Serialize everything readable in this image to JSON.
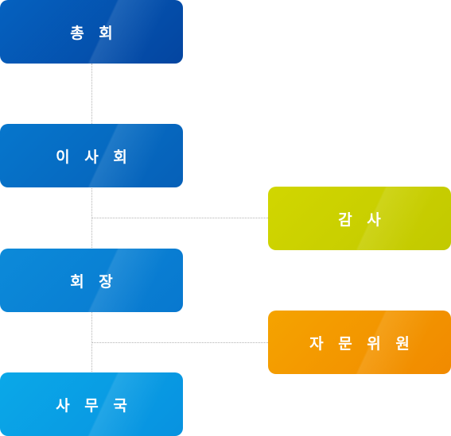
{
  "org_chart": {
    "general_assembly": {
      "label": "총 회",
      "color_start": "#0561bf",
      "color_end": "#0445a0"
    },
    "board": {
      "label": "이 사 회",
      "color_start": "#0676cc",
      "color_end": "#0660b8"
    },
    "president": {
      "label": "회 장",
      "color_start": "#0c8ad9",
      "color_end": "#0878cf"
    },
    "secretariat": {
      "label": "사 무 국",
      "color_start": "#0aa8e8",
      "color_end": "#0892e0"
    },
    "auditor": {
      "label": "감 사",
      "color_start": "#d1d600",
      "color_end": "#c2c900"
    },
    "advisory": {
      "label": "자 문 위 원",
      "color_start": "#f5a300",
      "color_end": "#f18a00"
    },
    "connector_color": "#b3b3b3"
  }
}
